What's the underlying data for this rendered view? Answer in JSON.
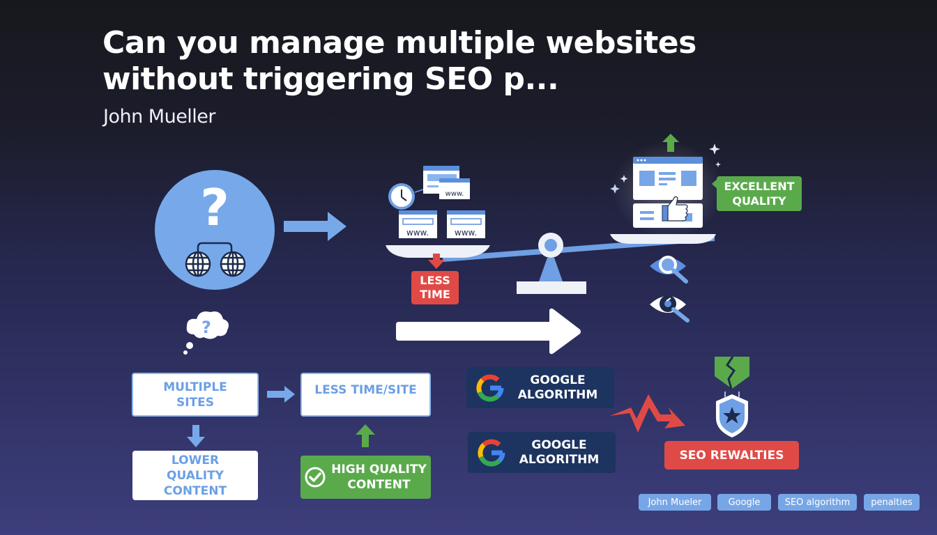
{
  "header": {
    "title_line1": "Can you manage multiple websites",
    "title_line2": "without triggering SEO p...",
    "author": "John Mueller"
  },
  "scale_section": {
    "www_label": "www.",
    "less_time_line1": "LESS",
    "less_time_line2": "TIME",
    "excellent_line1": "EXCELLENT",
    "excellent_line2": "QUALITY"
  },
  "flow": {
    "multiple_sites_line1": "MULTIPLE",
    "multiple_sites_line2": "SITES",
    "less_time_site": "LESS TIME/SITE",
    "lower_quality_line1": "LOWER",
    "lower_quality_line2": "QUALITY",
    "lower_quality_line3": "CONTENT",
    "high_quality_line1": "HIGH QUALITY",
    "high_quality_line2": "CONTENT"
  },
  "google": {
    "card1_line1": "GOOGLE",
    "card1_line2": "ALGORITHM",
    "card2_line1": "GOOGLE",
    "card2_line2": "ALGORITHM",
    "penalty_label": "SEO REWALTIES"
  },
  "tags": [
    "John Mueler",
    "Google",
    "SEO algorithm",
    "penalties"
  ],
  "colors": {
    "accent_blue": "#6a9fe6",
    "green": "#5aaa4c",
    "red": "#e04a46",
    "navy": "#1d3360"
  }
}
